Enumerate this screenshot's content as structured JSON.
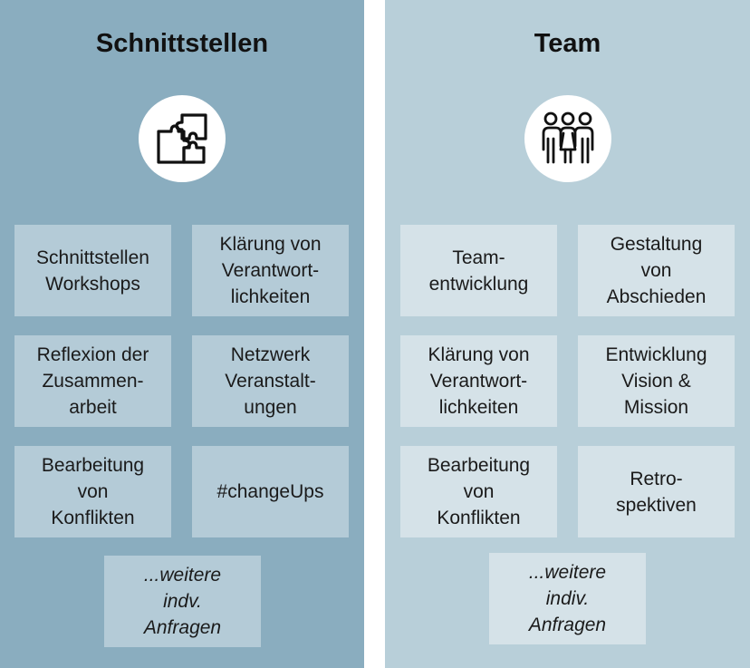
{
  "left": {
    "title": "Schnittstellen",
    "icon": "puzzle-icon",
    "tiles": [
      "Schnittstellen\nWorkshops",
      "Klärung von\nVerantwort-\nlichkeiten",
      "Reflexion der\nZusammen-\narbeit",
      "Netzwerk\nVeranstalt-\nungen",
      "Bearbeitung\nvon\nKonflikten",
      "#changeUps",
      "...weitere\nindv.\nAnfragen"
    ]
  },
  "right": {
    "title": "Team",
    "icon": "team-icon",
    "tiles": [
      "Team-\nentwicklung",
      "Gestaltung\nvon\nAbschieden",
      "Klärung von\nVerantwort-\nlichkeiten",
      "Entwicklung\nVision &\nMission",
      "Bearbeitung\nvon\nKonflikten",
      "Retro-\nspektiven",
      "...weitere\nindiv.\nAnfragen"
    ]
  },
  "colors": {
    "left_panel": "#8aadbf",
    "right_panel": "#b8cfd9",
    "left_tile": "#b4cbd7",
    "right_tile": "#d5e2e8"
  }
}
